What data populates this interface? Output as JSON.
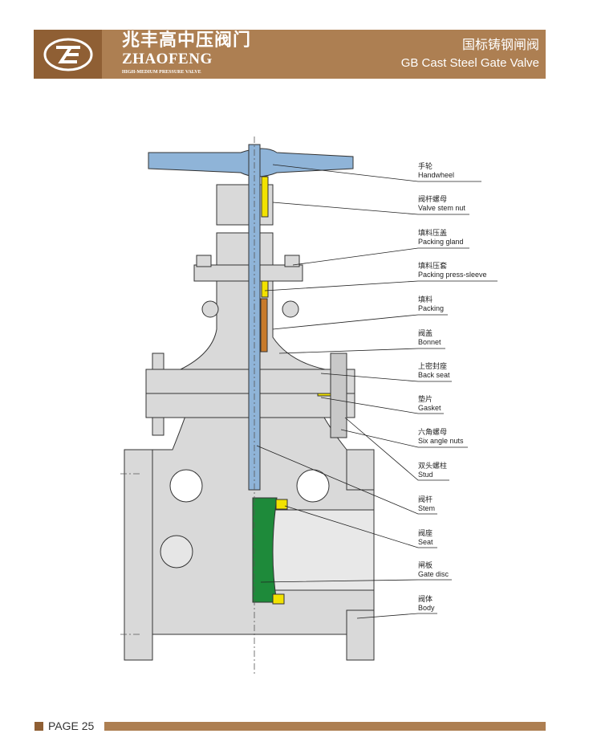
{
  "header": {
    "brand_cn": "兆丰高中压阀门",
    "brand_en": "ZHAOFENG",
    "brand_sub": "HIGH-MEDIUM PRESSURE VALVE",
    "logo_text": "ZE",
    "title_cn": "国标铸钢闸阀",
    "title_en": "GB Cast Steel Gate Valve"
  },
  "parts": [
    {
      "cn": "手轮",
      "en": "Handwheel"
    },
    {
      "cn": "阀杆螺母",
      "en": "Valve stem nut"
    },
    {
      "cn": "填料压盖",
      "en": "Packing gland"
    },
    {
      "cn": "填料压套",
      "en": "Packing press-sleeve"
    },
    {
      "cn": "填料",
      "en": "Packing"
    },
    {
      "cn": "阀盖",
      "en": "Bonnet"
    },
    {
      "cn": "上密封座",
      "en": "Back seat"
    },
    {
      "cn": "垫片",
      "en": "Gasket"
    },
    {
      "cn": "六角螺母",
      "en": "Six angle nuts"
    },
    {
      "cn": "双头螺柱",
      "en": "Stud"
    },
    {
      "cn": "阀杆",
      "en": "Stem"
    },
    {
      "cn": "阀座",
      "en": "Seat"
    },
    {
      "cn": "闸板",
      "en": "Gate disc"
    },
    {
      "cn": "阀体",
      "en": "Body"
    }
  ],
  "footer": {
    "page_label": "PAGE",
    "page_number": "25"
  },
  "colors": {
    "brand": "#ad7f52",
    "brand_dark": "#8f5f34",
    "metal": "#d9d9d9",
    "stem": "#8fb4d8",
    "disc": "#1e8a3a",
    "yellow": "#f2e200"
  }
}
